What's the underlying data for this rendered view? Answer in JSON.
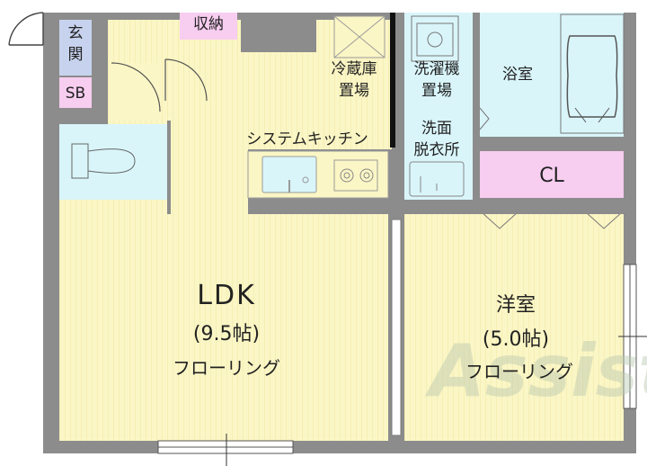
{
  "rooms": {
    "ldk": {
      "name": "LDK",
      "size": "(9.5帖)",
      "floor": "フローリング"
    },
    "western": {
      "name": "洋室",
      "size": "(5.0帖)",
      "floor": "フローリング"
    },
    "kitchen": "システムキッチン",
    "fridge": [
      "冷蔵庫",
      "置場"
    ],
    "washer": [
      "洗濯機",
      "置場"
    ],
    "dressing": [
      "洗面",
      "脱衣所"
    ],
    "bath": "浴室",
    "closet": "CL",
    "storage": "収納",
    "entrance": [
      "玄",
      "関"
    ],
    "shoebox": "SB"
  },
  "watermark": "Assist",
  "colors": {
    "wall": "#8c8c8c",
    "floor_wood": "#fbf6c5",
    "wet_area": "#d9f5fa",
    "closet": "#f7cdf0",
    "entrance": "#c7d3ee"
  }
}
